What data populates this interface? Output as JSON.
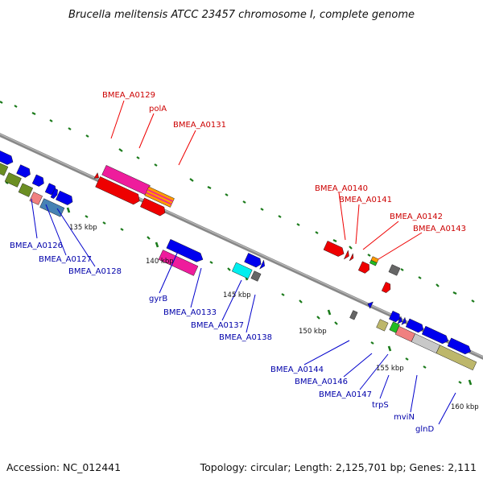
{
  "title": "Brucella melitensis ATCC 23457 chromosome I, complete genome",
  "accession": "Accession: NC_012441",
  "topology": "Topology: circular; Length: 2,125,701 bp; Genes: 2,111",
  "ticks": [
    "135 kbp",
    "140 kbp",
    "145 kbp",
    "150 kbp",
    "155 kbp",
    "160 kbp"
  ],
  "colors": {
    "blue": "#0000ee",
    "red": "#ee0000",
    "pink": "#ee1c9c",
    "olive": "#6b8e23",
    "steel": "#4682b4",
    "salmon": "#f08080",
    "cyan": "#00eeee",
    "gray": "#666666",
    "khaki": "#bdb76b",
    "silver": "#c8c8c8",
    "green": "#22bb22",
    "orange": "#ff9900"
  },
  "labels_top": [
    {
      "id": "bmea-a0129",
      "text": "BMEA_A0129"
    },
    {
      "id": "pola",
      "text": "polA"
    },
    {
      "id": "bmea-a0131",
      "text": "BMEA_A0131"
    },
    {
      "id": "bmea-a0140",
      "text": "BMEA_A0140"
    },
    {
      "id": "bmea-a0141",
      "text": "BMEA_A0141"
    },
    {
      "id": "bmea-a0142",
      "text": "BMEA_A0142"
    },
    {
      "id": "bmea-a0143",
      "text": "BMEA_A0143"
    }
  ],
  "labels_bottom": [
    {
      "id": "bmea-a0126",
      "text": "BMEA_A0126"
    },
    {
      "id": "bmea-a0127",
      "text": "BMEA_A0127"
    },
    {
      "id": "bmea-a0128",
      "text": "BMEA_A0128"
    },
    {
      "id": "gyrb",
      "text": "gyrB"
    },
    {
      "id": "bmea-a0133",
      "text": "BMEA_A0133"
    },
    {
      "id": "bmea-a0137",
      "text": "BMEA_A0137"
    },
    {
      "id": "bmea-a0138",
      "text": "BMEA_A0138"
    },
    {
      "id": "bmea-a0144",
      "text": "BMEA_A0144"
    },
    {
      "id": "bmea-a0146",
      "text": "BMEA_A0146"
    },
    {
      "id": "bmea-a0147",
      "text": "BMEA_A0147"
    },
    {
      "id": "trps",
      "text": "trpS"
    },
    {
      "id": "mvin",
      "text": "mviN"
    },
    {
      "id": "glnd",
      "text": "glnD"
    }
  ]
}
